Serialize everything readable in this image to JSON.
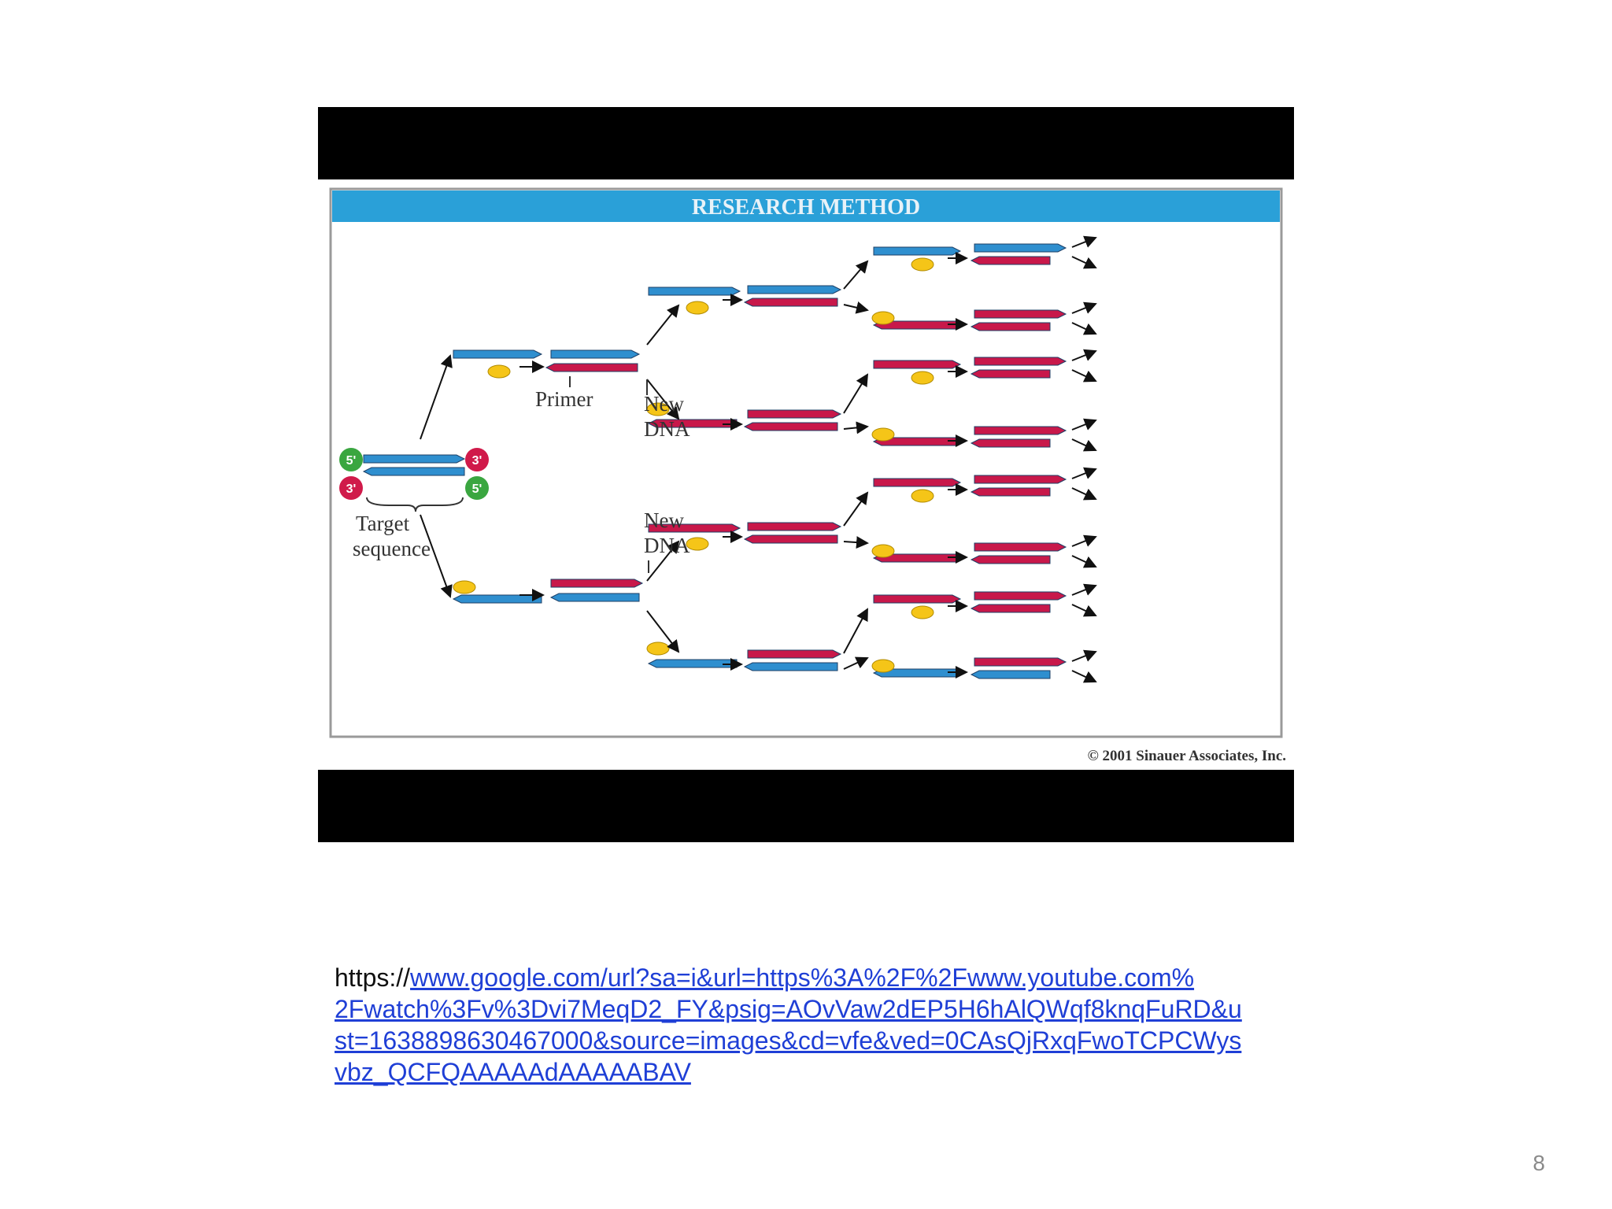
{
  "slide": {
    "page_number": "8"
  },
  "figure": {
    "banner_title": "RESEARCH METHOD",
    "labels": {
      "primer": "Primer",
      "new_dna_top_1": "New",
      "new_dna_top_2": "DNA",
      "new_dna_bottom_1": "New",
      "new_dna_bottom_2": "DNA",
      "target_1": "Target",
      "target_2": "sequence"
    },
    "end_labels": {
      "top_left": "5'",
      "bottom_left": "3'",
      "top_right": "3'",
      "bottom_right": "5'"
    },
    "copyright": "© 2001 Sinauer Associates, Inc.",
    "colors": {
      "banner": "#2aa0d8",
      "strand_blue": "#2f8fcf",
      "strand_red": "#c8184a",
      "primer_yellow": "#f5c518",
      "five_prime_green": "#3aa640",
      "three_prime_red": "#d01a4a",
      "frame_black": "#000000"
    }
  },
  "source": {
    "prefix": "https://",
    "url_lines": [
      "www.google.com/url?sa=i&url=https%3A%2F%2Fwww.youtube.com%",
      "2Fwatch%3Fv%3Dvi7MeqD2_FY&psig=AOvVaw2dEP5H6hAlQWqf8knqFuRD&u",
      "st=1638898630467000&source=images&cd=vfe&ved=0CAsQjRxqFwoTCPCWys",
      "vbz_QCFQAAAAAdAAAAABAV"
    ]
  }
}
